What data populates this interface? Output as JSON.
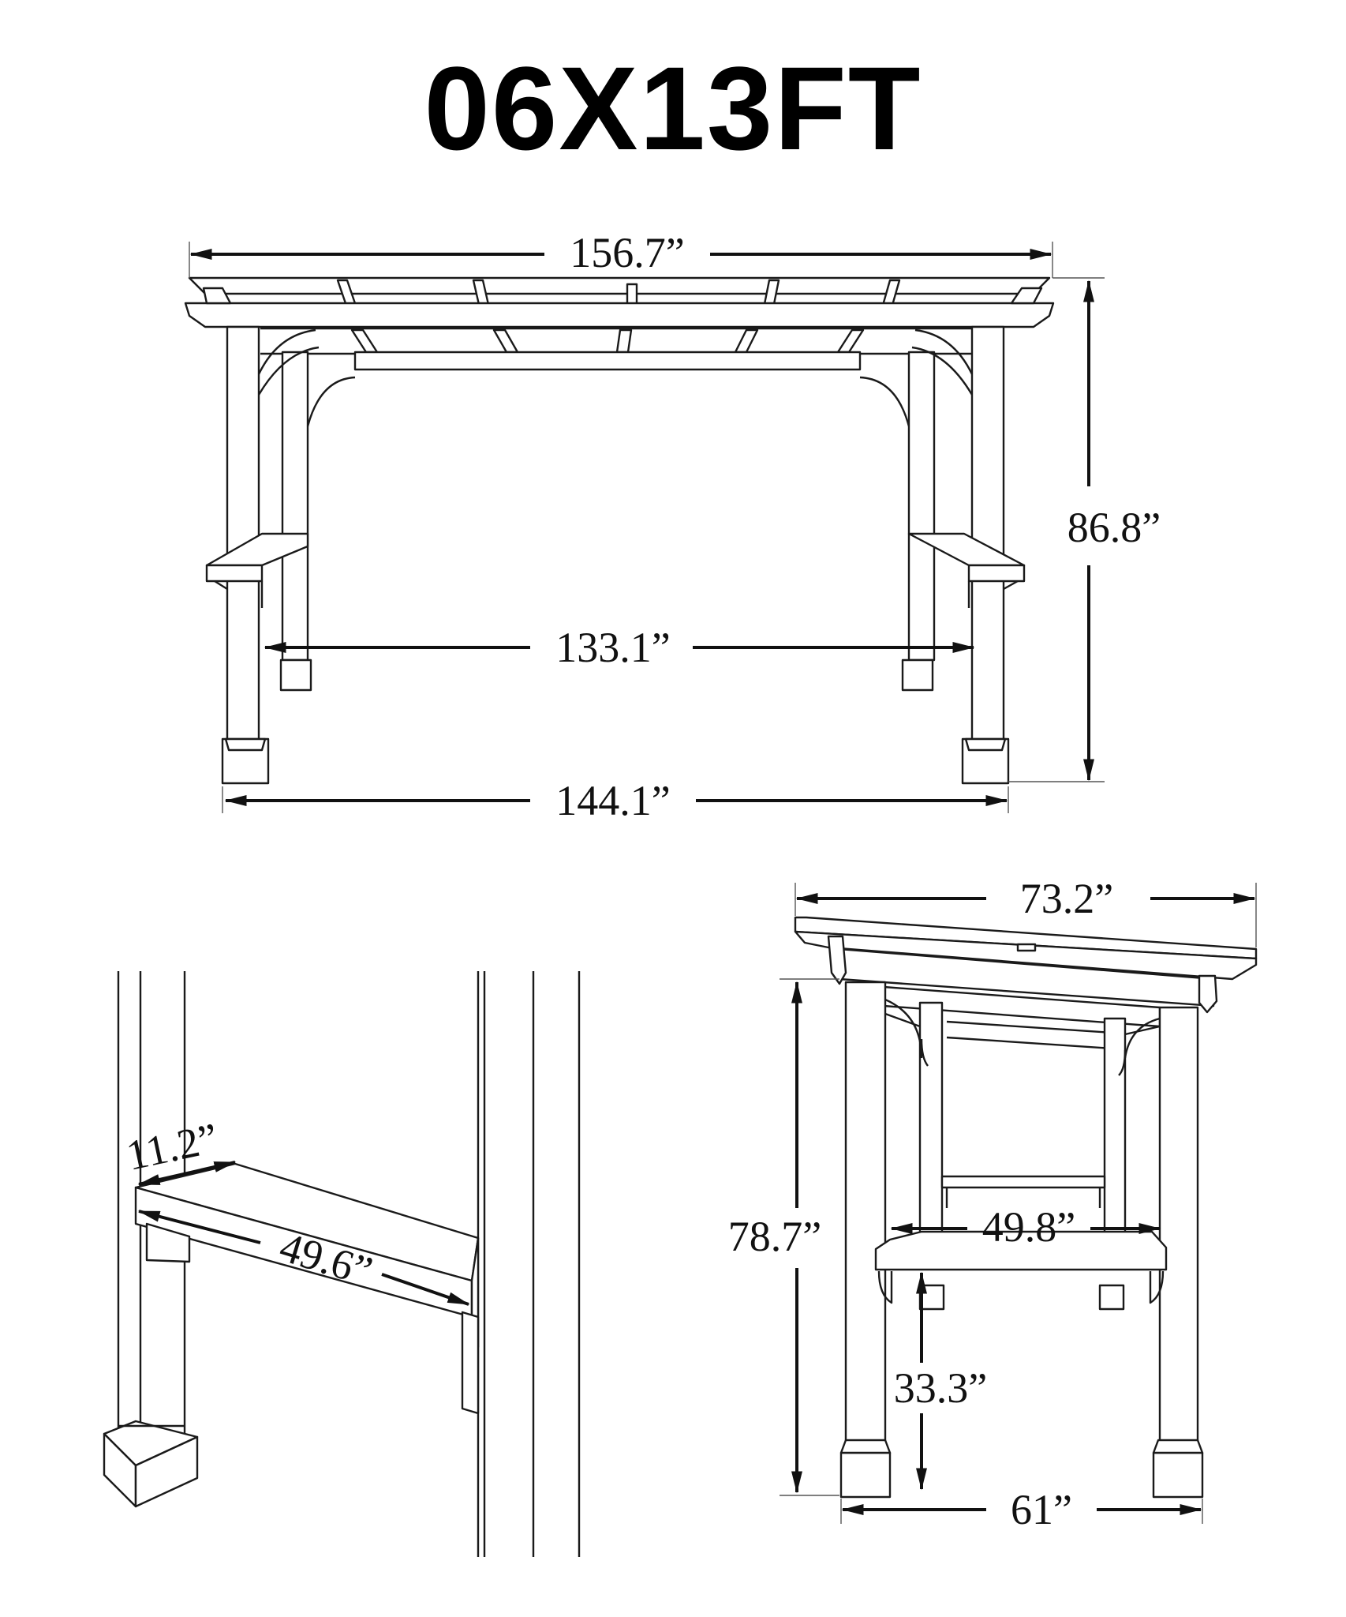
{
  "title": "06X13FT",
  "views": {
    "front": {
      "overall_width": "156.7”",
      "height": "86.8”",
      "inner_post_span": "133.1”",
      "outer_post_span": "144.1”"
    },
    "bench_detail": {
      "depth": "11.2”",
      "length": "49.6”"
    },
    "side": {
      "overall_width": "73.2”",
      "height": "78.7”",
      "bench_span": "49.8”",
      "bench_height": "33.3”",
      "base_span": "61”"
    }
  },
  "colors": {
    "line": "#1a1a1a",
    "background": "#ffffff"
  }
}
